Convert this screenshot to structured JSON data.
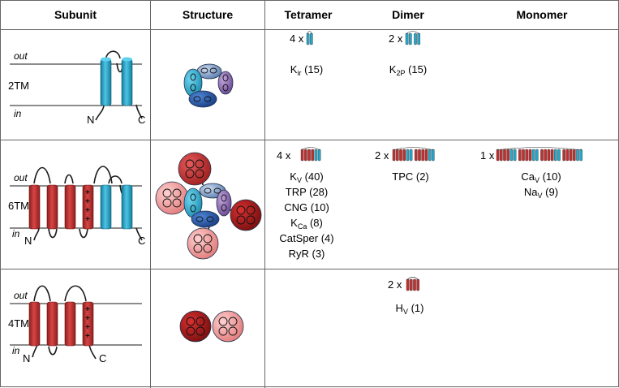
{
  "headers": {
    "subunit": "Subunit",
    "structure": "Structure",
    "tetramer": "Tetramer",
    "dimer": "Dimer",
    "monomer": "Monomer"
  },
  "membrane": {
    "out": "out",
    "in": "in",
    "n": "N",
    "c": "C",
    "plus": "+"
  },
  "rows": [
    {
      "tm": "2TM",
      "tetramer": {
        "mult": "4 x",
        "channels": [
          {
            "base": "K",
            "sub": "ir",
            "count": " (15)"
          }
        ]
      },
      "dimer": {
        "mult": "2 x",
        "channels": [
          {
            "base": "K",
            "sub": "2P",
            "count": " (15)"
          }
        ]
      },
      "monomer": null
    },
    {
      "tm": "6TM",
      "tetramer": {
        "mult": "4 x",
        "channels": [
          {
            "base": "K",
            "sub": "V",
            "count": " (40)"
          },
          {
            "base": "TRP",
            "sub": "",
            "count": " (28)"
          },
          {
            "base": "CNG",
            "sub": "",
            "count": " (10)"
          },
          {
            "base": "K",
            "sub": "Ca",
            "count": " (8)"
          },
          {
            "base": "CatSper",
            "sub": "",
            "count": " (4)"
          },
          {
            "base": "RyR",
            "sub": "",
            "count": " (3)"
          }
        ]
      },
      "dimer": {
        "mult": "2 x",
        "channels": [
          {
            "base": "TPC",
            "sub": "",
            "count": " (2)"
          }
        ]
      },
      "monomer": {
        "mult": "1 x",
        "channels": [
          {
            "base": "Ca",
            "sub": "V",
            "count": " (10)"
          },
          {
            "base": "Na",
            "sub": "V",
            "count": " (9)"
          }
        ]
      }
    },
    {
      "tm": "4TM",
      "tetramer": null,
      "dimer": {
        "mult": "2 x",
        "channels": [
          {
            "base": "H",
            "sub": "V",
            "count": " (1)"
          }
        ]
      },
      "monomer": null
    }
  ],
  "colors": {
    "red": "#c0302f",
    "red_light": "#e58a8a",
    "blue": "#2aa6c8",
    "blue_dark": "#2858a8",
    "purple": "#9070b0",
    "grid": "#666666"
  }
}
